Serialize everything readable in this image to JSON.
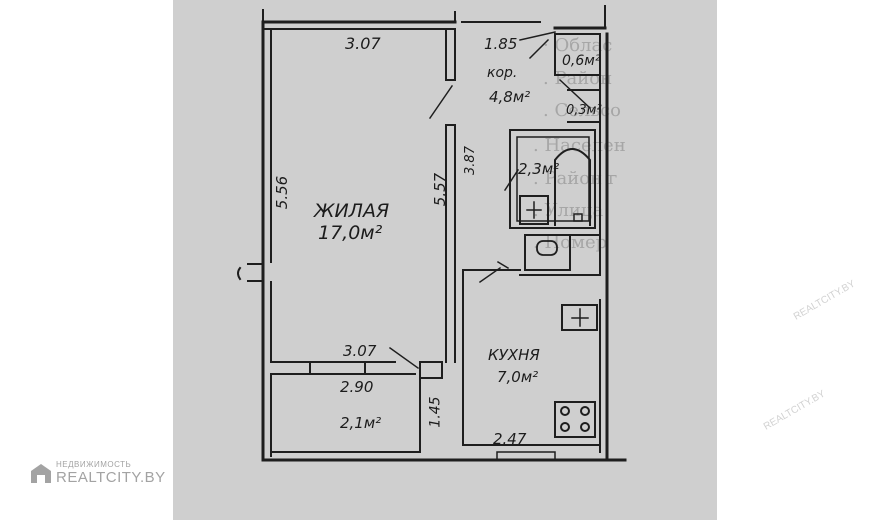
{
  "plan": {
    "rooms": {
      "living_name": "ЖИЛАЯ",
      "living_area": "17,0м²",
      "corridor_name": "кор.",
      "corridor_area": "4,8м²",
      "kitchen_name": "КУХНЯ",
      "kitchen_area": "7,0м²",
      "balcony_area": "2,1м²",
      "bath_area": "2,3м²",
      "closet_area": "0,6м²",
      "small_area": "0,3м²"
    },
    "dimensions": {
      "top_width": "3.07",
      "corridor_width": "1.85",
      "left_height": "5.56",
      "partition_height": "5.57",
      "bath_height": "3.87",
      "living_bottom": "3.07",
      "balcony_width": "2.90",
      "balcony_depth": "1.45",
      "kitchen_width": "2.47"
    }
  },
  "watermark": {
    "brand": "REALTCITY.BY",
    "tagline": "НЕДВИЖИМОСТЬ"
  }
}
